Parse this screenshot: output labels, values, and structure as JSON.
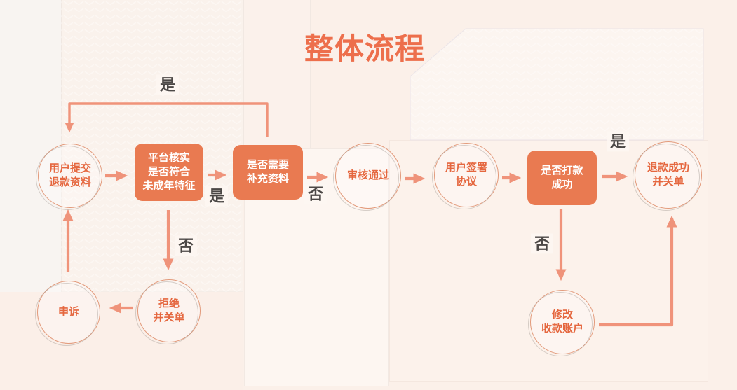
{
  "title": "整体流程",
  "colors": {
    "accent": "#e97a51",
    "arrow": "#f0937a",
    "node_text": "#e5673f",
    "decision_text": "#ffffff",
    "label_text": "#4c4846",
    "background": "#fbf0e9"
  },
  "nodes": {
    "submit": {
      "line1": "用户提交",
      "line2": "退款资料"
    },
    "verify": {
      "line1": "平台核实",
      "line2": "是否符合",
      "line3": "未成年特征"
    },
    "supplement": {
      "line1": "是否需要",
      "line2": "补充资料"
    },
    "review": {
      "line1": "审核通过"
    },
    "sign": {
      "line1": "用户签署",
      "line2": "协议"
    },
    "payment": {
      "line1": "是否打款",
      "line2": "成功"
    },
    "refund_done": {
      "line1": "退款成功",
      "line2": "并关单"
    },
    "appeal": {
      "line1": "申诉"
    },
    "reject": {
      "line1": "拒绝",
      "line2": "并关单"
    },
    "modify": {
      "line1": "修改",
      "line2": "收款账户"
    }
  },
  "labels": {
    "loop_yes": "是",
    "supplement_yes": "是",
    "supplement_no": "否",
    "payment_yes": "是",
    "verify_no": "否",
    "payment_no": "否"
  }
}
